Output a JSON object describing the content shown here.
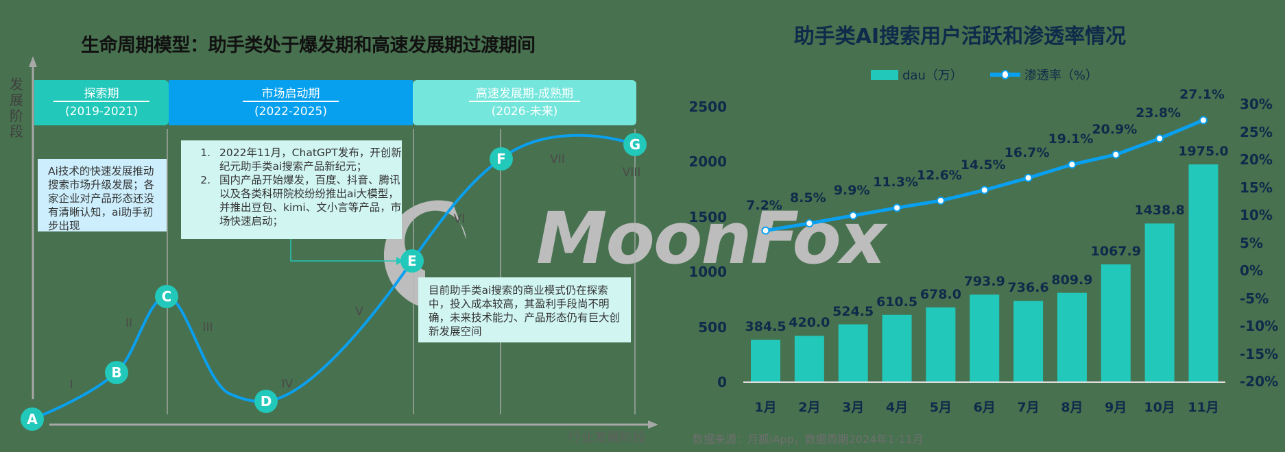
{
  "left_panel": {
    "title": "生命周期模型：助手类处于爆发期和高速发展期过渡期间",
    "y_axis_label": "发展阶段",
    "x_axis_label": "行业发展阶段",
    "phases": [
      {
        "name": "探索期",
        "years": "(2019-2021)",
        "color": "#22c8b9"
      },
      {
        "name": "市场启动期",
        "years": "(2022-2025)",
        "color": "#06a0ee"
      },
      {
        "name": "高速发展期-成熟期",
        "years": "(2026-未来)",
        "color": "#74e6dc"
      }
    ],
    "nodes": [
      "A",
      "B",
      "C",
      "D",
      "E",
      "F",
      "G"
    ],
    "stages": [
      "I",
      "II",
      "III",
      "IV",
      "V",
      "VI",
      "VII",
      "VIII"
    ],
    "notes": {
      "exploration": "Ai技术的快速发展推动搜索市场升级发展；各家企业对产品形态还没有清晰认知，ai助手初步出现",
      "launch_items": [
        "2022年11月，ChatGPT发布，开创新纪元助手类ai搜索产品新纪元；",
        "国内产品开始爆发，百度、抖音、腾讯以及各类科研院校纷纷推出ai大模型，并推出豆包、kimi、文小言等产品，市场快速启动；"
      ],
      "current": "目前助手类ai搜索的商业模式仍在探索中，投入成本较高，其盈利手段尚不明确，未来技术能力、产品形态仍有巨大创新发展空间"
    },
    "watermark": "MoonFox"
  },
  "right_panel": {
    "title": "助手类AI搜索用户活跃和渗透率情况",
    "legend": {
      "bar": "dau（万）",
      "line": "渗透率（%）"
    },
    "source": "数据来源：月狐iApp，数据周期2024年1-11月"
  },
  "chart_data": [
    {
      "type": "line",
      "title": "生命周期模型：助手类处于爆发期和高速发展期过渡期间",
      "xlabel": "行业发展阶段",
      "ylabel": "发展阶段",
      "points": [
        "A",
        "B",
        "C",
        "D",
        "E",
        "F",
        "G"
      ],
      "segments": [
        "I",
        "II",
        "III",
        "IV",
        "V",
        "VI",
        "VII",
        "VIII"
      ],
      "phases": [
        "探索期 (2019-2021)",
        "市场启动期 (2022-2025)",
        "高速发展期-成熟期 (2026-未来)"
      ],
      "current_position": "E"
    },
    {
      "type": "bar+line",
      "title": "助手类AI搜索用户活跃和渗透率情况",
      "categories": [
        "1月",
        "2月",
        "3月",
        "4月",
        "5月",
        "6月",
        "7月",
        "8月",
        "9月",
        "10月",
        "11月"
      ],
      "series": [
        {
          "name": "dau（万）",
          "type": "bar",
          "axis": "left",
          "color": "#22c8b9",
          "values": [
            384.5,
            420.0,
            524.5,
            610.5,
            678.0,
            793.9,
            736.6,
            809.9,
            1067.9,
            1438.8,
            1975.0
          ],
          "labels": [
            "384.5",
            "420.0",
            "524.5",
            "610.5",
            "678.0",
            "793.9",
            "736.6",
            "809.9",
            "1067.9",
            "1438.8",
            "1975.0"
          ]
        },
        {
          "name": "渗透率（%）",
          "type": "line",
          "axis": "right",
          "color": "#0aa0f0",
          "values": [
            7.2,
            8.5,
            9.9,
            11.3,
            12.6,
            14.5,
            16.7,
            19.1,
            20.9,
            23.8,
            27.1
          ],
          "labels": [
            "7.2%",
            "8.5%",
            "9.9%",
            "11.3%",
            "12.6%",
            "14.5%",
            "16.7%",
            "19.1%",
            "20.9%",
            "23.8%",
            "27.1%"
          ]
        }
      ],
      "y_left": {
        "ticks": [
          "0",
          "500",
          "1000",
          "1500",
          "2000",
          "2500"
        ],
        "range": [
          0,
          2500
        ]
      },
      "y_right": {
        "ticks": [
          "-20%",
          "-15%",
          "-10%",
          "-5%",
          "0%",
          "5%",
          "10%",
          "15%",
          "20%",
          "25%",
          "30%"
        ],
        "range": [
          -20,
          30
        ]
      },
      "grid": false,
      "legend_position": "top",
      "source": "数据来源：月狐iApp，数据周期2024年1-11月"
    }
  ]
}
